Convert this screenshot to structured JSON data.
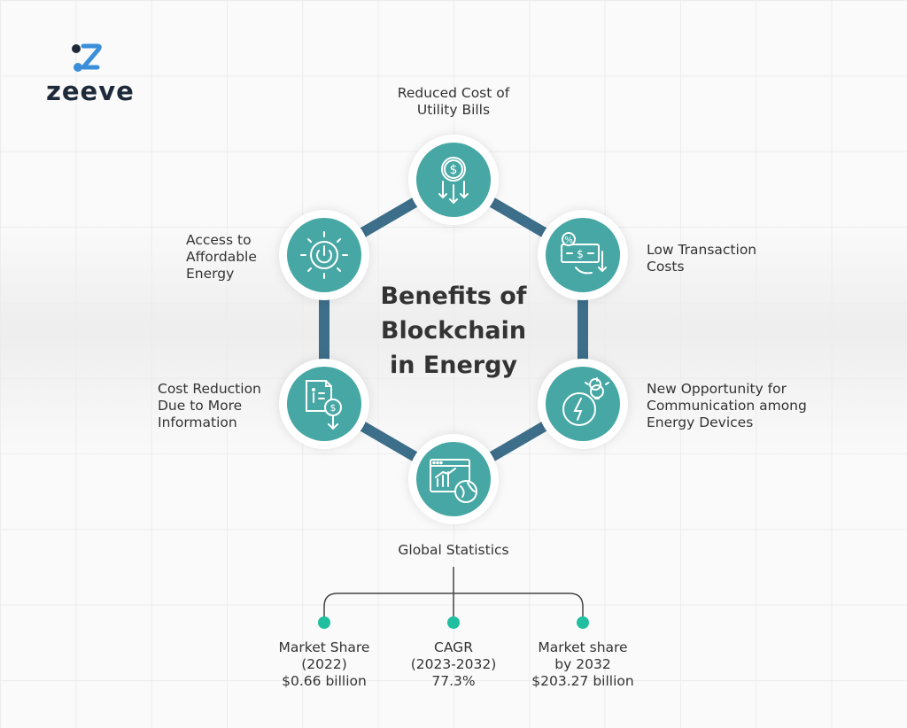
{
  "brand": {
    "name": "zeeve"
  },
  "title_lines": [
    "Benefits of",
    "Blockchain",
    "in Energy"
  ],
  "benefits": {
    "reduced_cost": [
      "Reduced Cost of",
      "Utility Bills"
    ],
    "low_transaction": [
      "Low Transaction",
      "Costs"
    ],
    "new_opportunity": [
      "New Opportunity for",
      "Communication among",
      "Energy Devices"
    ],
    "global_statistics": "Global Statistics",
    "cost_reduction": [
      "Cost Reduction",
      "Due to More",
      "Information"
    ],
    "access_affordable": [
      "Access to",
      "Affordable",
      "Energy"
    ]
  },
  "stats": [
    {
      "lines": [
        "Market Share",
        "(2022)",
        "$0.66 billion"
      ]
    },
    {
      "lines": [
        "CAGR",
        "(2023-2032)",
        "77.3%"
      ]
    },
    {
      "lines": [
        "Market share",
        "by 2032",
        "$203.27 billion"
      ]
    }
  ],
  "icons": {
    "reduced_cost": "dollar-down-arrows-icon",
    "low_transaction": "percent-cash-icon",
    "new_opportunity": "lightning-bulb-icon",
    "global_statistics": "chart-globe-icon",
    "cost_reduction": "document-dollar-icon",
    "access_affordable": "power-sun-icon"
  },
  "colors": {
    "teal": "#46a7a4",
    "connector": "#3d6e8a",
    "dot": "#1fbf9f",
    "text": "#333333",
    "brand_dark": "#1e2a3a",
    "brand_blue": "#3a8fd8"
  }
}
